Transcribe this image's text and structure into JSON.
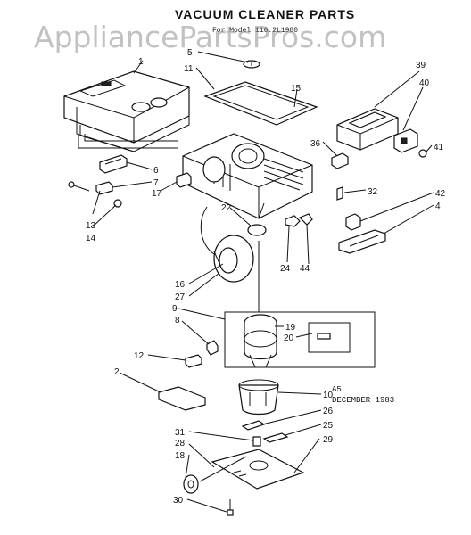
{
  "title": "VACUUM CLEANER PARTS",
  "subtitle": "For Model 116.2L1980",
  "watermark": "AppliancePartsPros.com",
  "footer": {
    "code": "A5",
    "date": "DECEMBER 1983"
  },
  "callouts": [
    {
      "id": "c1",
      "text": "1"
    },
    {
      "id": "c2",
      "text": "2"
    },
    {
      "id": "c4",
      "text": "4"
    },
    {
      "id": "c5",
      "text": "5"
    },
    {
      "id": "c6",
      "text": "6"
    },
    {
      "id": "c7",
      "text": "7"
    },
    {
      "id": "c8",
      "text": "8"
    },
    {
      "id": "c9",
      "text": "9"
    },
    {
      "id": "c10",
      "text": "10"
    },
    {
      "id": "c11",
      "text": "11"
    },
    {
      "id": "c12",
      "text": "12"
    },
    {
      "id": "c13",
      "text": "13"
    },
    {
      "id": "c14",
      "text": "14"
    },
    {
      "id": "c15",
      "text": "15"
    },
    {
      "id": "c16",
      "text": "16"
    },
    {
      "id": "c17",
      "text": "17"
    },
    {
      "id": "c18",
      "text": "18"
    },
    {
      "id": "c19",
      "text": "19"
    },
    {
      "id": "c20",
      "text": "20"
    },
    {
      "id": "c22",
      "text": "22"
    },
    {
      "id": "c24",
      "text": "24"
    },
    {
      "id": "c25",
      "text": "25"
    },
    {
      "id": "c26",
      "text": "26"
    },
    {
      "id": "c27",
      "text": "27"
    },
    {
      "id": "c28",
      "text": "28"
    },
    {
      "id": "c29",
      "text": "29"
    },
    {
      "id": "c30",
      "text": "30"
    },
    {
      "id": "c31",
      "text": "31"
    },
    {
      "id": "c32",
      "text": "32"
    },
    {
      "id": "c36",
      "text": "36"
    },
    {
      "id": "c39",
      "text": "39"
    },
    {
      "id": "c40",
      "text": "40"
    },
    {
      "id": "c41",
      "text": "41"
    },
    {
      "id": "c42",
      "text": "42"
    },
    {
      "id": "c44",
      "text": "44"
    }
  ]
}
